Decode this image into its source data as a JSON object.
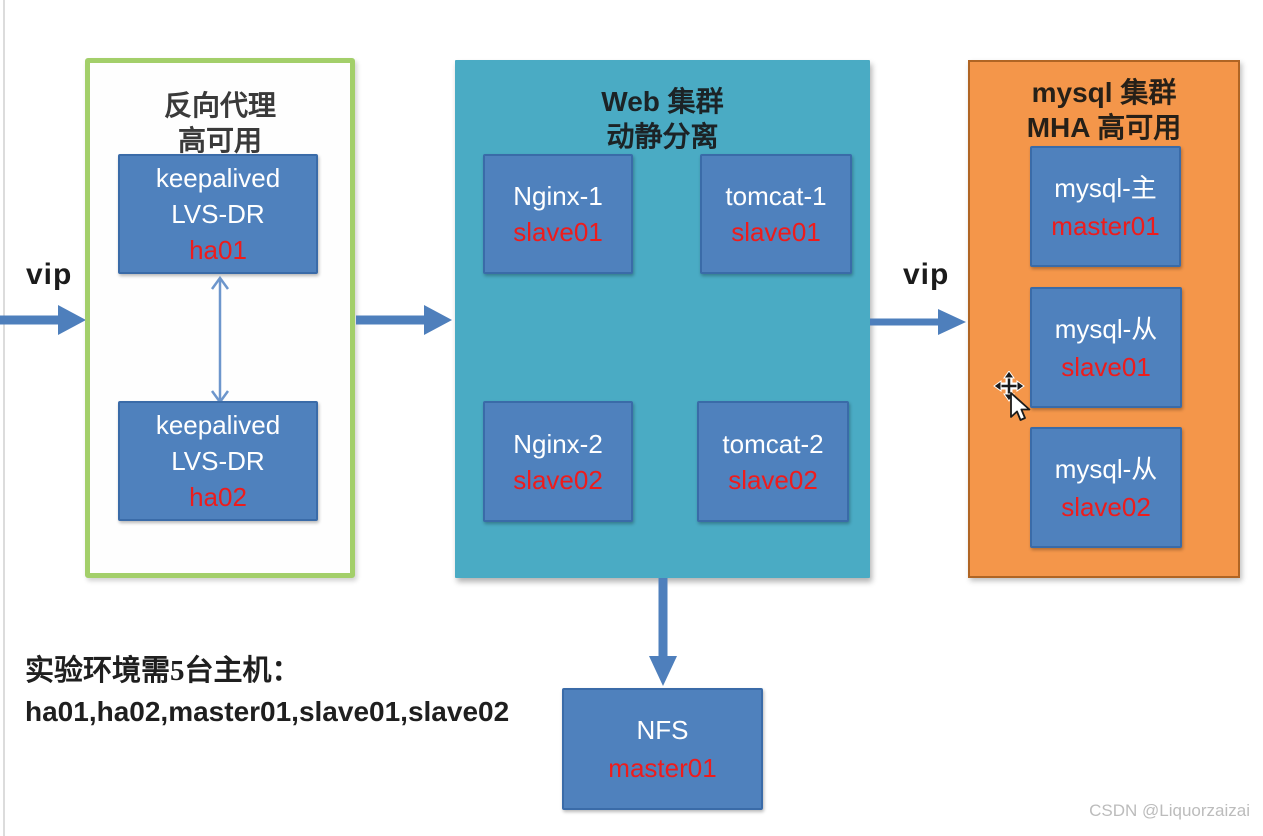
{
  "labels": {
    "vip_left": "vip",
    "vip_right": "vip"
  },
  "proxy_cluster": {
    "title_line1": "反向代理",
    "title_line2": "高可用",
    "nodes": [
      {
        "line1": "keepalived",
        "line2": "LVS-DR",
        "host": "ha01"
      },
      {
        "line1": "keepalived",
        "line2": "LVS-DR",
        "host": "ha02"
      }
    ]
  },
  "web_cluster": {
    "title_line1": "Web 集群",
    "title_line2": "动静分离",
    "nodes": [
      {
        "name": "Nginx-1",
        "host": "slave01"
      },
      {
        "name": "tomcat-1",
        "host": "slave01"
      },
      {
        "name": "Nginx-2",
        "host": "slave02"
      },
      {
        "name": "tomcat-2",
        "host": "slave02"
      }
    ]
  },
  "mysql_cluster": {
    "title_line1": "mysql 集群",
    "title_line2": "MHA 高可用",
    "nodes": [
      {
        "name": "mysql-主",
        "host": "master01"
      },
      {
        "name": "mysql-从",
        "host": "slave01"
      },
      {
        "name": "mysql-从",
        "host": "slave02"
      }
    ]
  },
  "nfs_node": {
    "name": "NFS",
    "host": "master01"
  },
  "note": {
    "line1": "实验环境需5台主机：",
    "line2": "ha01,ha02,master01,slave01,slave02"
  },
  "watermark": "CSDN @Liquorzaizai",
  "icons": {
    "cursor": "move-pointer-cursor",
    "flow_arrows": [
      "vip-arrow-left",
      "proxy-to-web-arrow",
      "vip-arrow-right",
      "web-to-nfs-arrow",
      "ha-sync-double-arrow"
    ]
  },
  "colors": {
    "node_blue": "#4f81bd",
    "node_border_blue": "#3a6ba8",
    "web_panel_teal": "#4aabc4",
    "mysql_panel_orange": "#f4964a",
    "proxy_panel_green_border": "#a3cf6a",
    "host_red": "#ee1c1c",
    "arrow_blue": "#4e7fbc",
    "sync_arrow_blue": "#6d96cc"
  }
}
